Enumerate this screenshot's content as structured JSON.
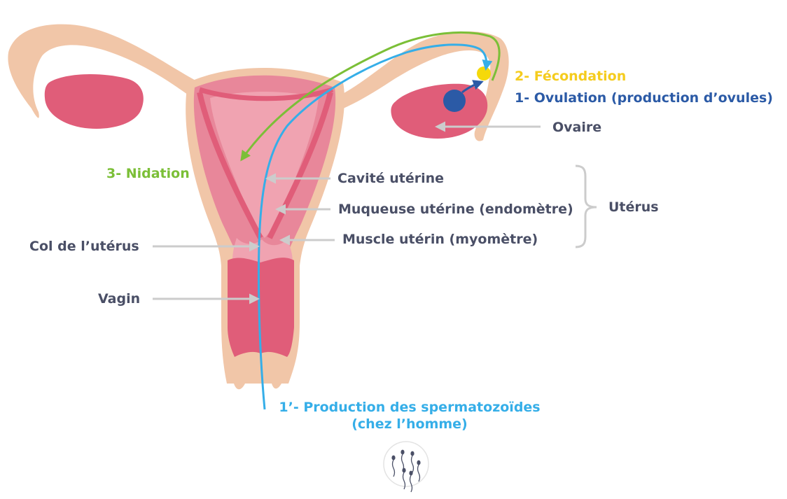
{
  "labels": {
    "fecondation": "2- Fécondation",
    "ovulation": "1- Ovulation (production d’ovules)",
    "ovaire": "Ovaire",
    "nidation": "3- Nidation",
    "cavite": "Cavité utérine",
    "muqueuse": "Muqueuse utérine (endomètre)",
    "uterus": "Utérus",
    "muscle": "Muscle utérin (myomètre)",
    "col": "Col de l’utérus",
    "vagin": "Vagin",
    "production_line1": "1’- Production des spermatozoïdes",
    "production_line2": "(chez l’homme)"
  },
  "colors": {
    "tissue": "#f1c6a8",
    "uterus_pink": "#e8879a",
    "uterus_inner": "#f0a3b1",
    "muscle_red": "#e05d79",
    "ovary": "#e05d79",
    "egg": "#2b5aa6",
    "zygote": "#f5d90a",
    "sperm_path": "#35aee8",
    "nidation_path": "#7bbf37",
    "label_dark": "#4a4f66",
    "pointer_gray": "#cccccc"
  },
  "icons": [
    "spermatozoa-icon"
  ]
}
